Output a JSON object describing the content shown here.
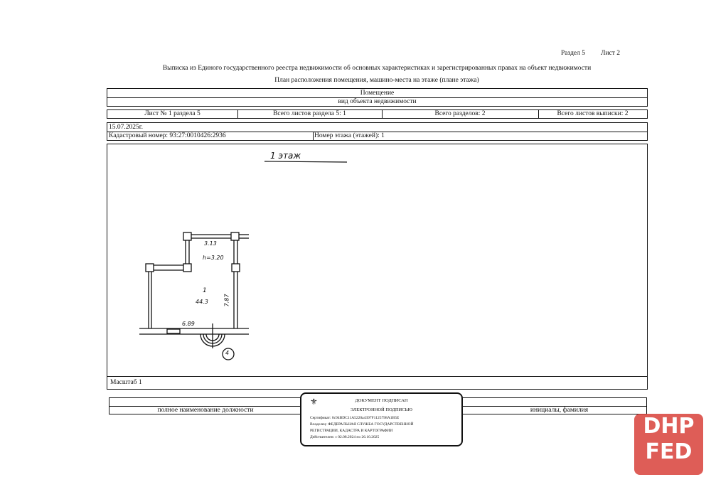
{
  "header": {
    "section": "Раздел 5",
    "sheet": "Лист 2",
    "title": "Выписка из Единого государственного реестра недвижимости об основных характеристиках и зарегистрированных правах на объект недвижимости",
    "subtitle": "План расположения помещения, машино-места на этаже (плане этажа)"
  },
  "object": {
    "type": "Помещение",
    "type_caption": "вид объекта недвижимости"
  },
  "sheets": {
    "sheet_no": "Лист № 1 раздела 5",
    "total_section": "Всего листов раздела 5: 1",
    "total_sections": "Всего разделов: 2",
    "total_sheets": "Всего листов выписки: 2"
  },
  "date": "15.07.2025г.",
  "cadastral": "Кадастровый номер: 93:27:0010426:2936",
  "floor": "Номер этажа (этажей): 1",
  "plan": {
    "floor_label": "1 этаж",
    "dim_top": "3.13",
    "height": "h=3.20",
    "room_no": "1",
    "room_area": "44.3",
    "dim_right": "7.87",
    "dim_bottom": "6.89",
    "entrance_no": "4"
  },
  "scale": "Масштаб 1",
  "signature": {
    "position_caption": "полное наименование должности",
    "name_caption": "инициалы, фамилия"
  },
  "stamp": {
    "line1": "ДОКУМЕНТ ПОДПИСАН",
    "line2": "ЭЛЕКТРОННОЙ ПОДПИСЬЮ",
    "cert": "Сертификат: 0c94BDC11A5220a4397F1125798A1B5E",
    "owner1": "Владелец: ФЕДЕРАЛЬНАЯ СЛУЖБА ГОСУДАРСТВЕННОЙ",
    "owner2": "РЕГИСТРАЦИИ, КАДАСТРА И КАРТОГРАФИИ",
    "valid": "Действителен: с 02.08.2024 по 26.10.2025"
  },
  "watermark": {
    "line1": "DHP",
    "line2": "FED",
    "color": "#d9413a"
  }
}
